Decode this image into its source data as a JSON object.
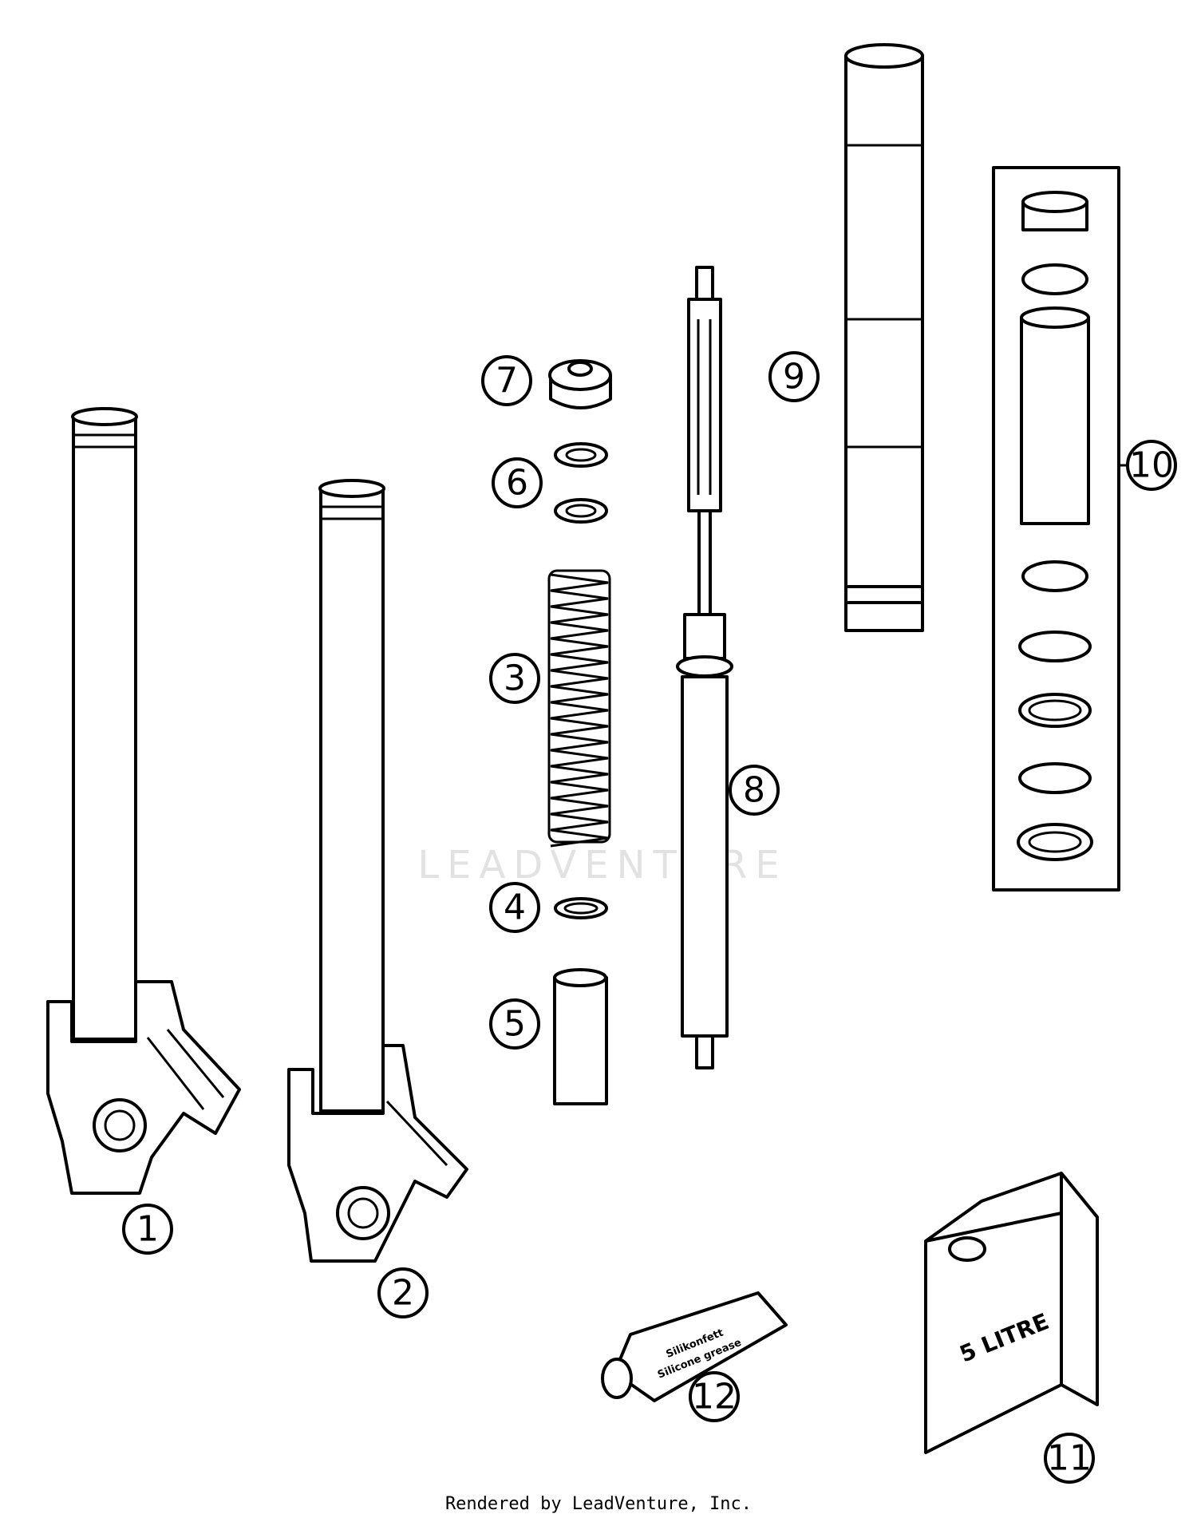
{
  "parts": [
    {
      "id": "1",
      "name": "Fork leg left"
    },
    {
      "id": "2",
      "name": "Fork leg right"
    },
    {
      "id": "3",
      "name": "Spring"
    },
    {
      "id": "4",
      "name": "Seal ring"
    },
    {
      "id": "5",
      "name": "Spacer"
    },
    {
      "id": "6",
      "name": "Washers"
    },
    {
      "id": "7",
      "name": "Top cap"
    },
    {
      "id": "8",
      "name": "Damper cartridge"
    },
    {
      "id": "9",
      "name": "Outer tube"
    },
    {
      "id": "10",
      "name": "Bushing and seal kit"
    },
    {
      "id": "11",
      "name": "Fork oil container"
    },
    {
      "id": "12",
      "name": "Grease tube"
    }
  ],
  "labels": {
    "oil_container": "5 LITRE",
    "grease_line1": "Silikonfett",
    "grease_line2": "Silicone grease"
  },
  "watermark": "LEADVENTURE",
  "footer": "Rendered by LeadVenture, Inc."
}
